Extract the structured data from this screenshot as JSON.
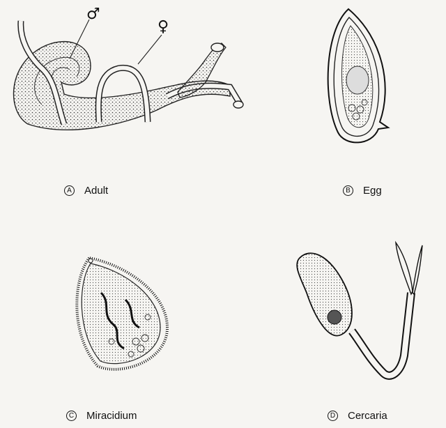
{
  "panels": [
    {
      "letter": "A",
      "caption": "Adult"
    },
    {
      "letter": "B",
      "caption": "Egg"
    },
    {
      "letter": "C",
      "caption": "Miracidium"
    },
    {
      "letter": "D",
      "caption": "Cercaria"
    }
  ],
  "symbols": {
    "male": "♂",
    "female": "♀"
  },
  "colors": {
    "ink": "#111111",
    "background": "#f6f5f2"
  }
}
